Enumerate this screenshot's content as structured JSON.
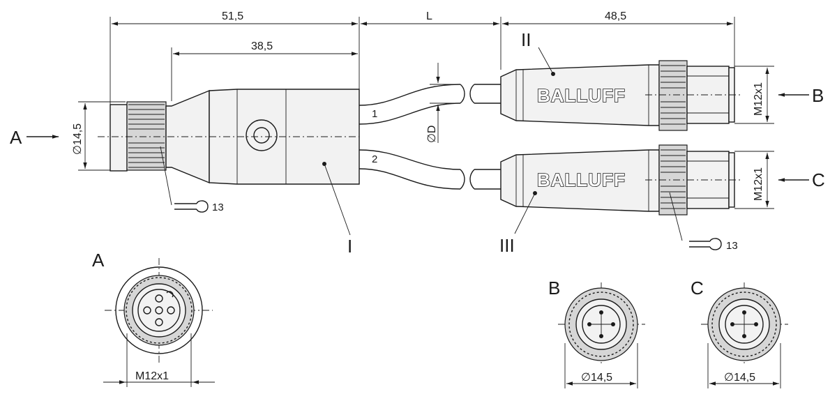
{
  "dimensions": {
    "overall_left": "51,5",
    "length": "L",
    "overall_right": "48,5",
    "body_left": "38,5",
    "diameter_left": "∅14,5",
    "cable_diameter": "∅D",
    "thread_b": "M12x1",
    "thread_c": "M12x1",
    "wrench_left": "13",
    "wrench_right": "13",
    "thread_a_view": "M12x1",
    "diameter_b_view": "∅14,5",
    "diameter_c_view": "∅14,5"
  },
  "labels": {
    "view_a": "A",
    "view_b": "B",
    "view_c": "C",
    "wire_1": "1",
    "wire_2": "2",
    "part_i": "I",
    "part_ii": "II",
    "part_iii": "III",
    "arrow_a": "A",
    "arrow_b": "B",
    "arrow_c": "C"
  },
  "brand": {
    "top": "BALLUFF",
    "bottom": "BALLUFF"
  }
}
